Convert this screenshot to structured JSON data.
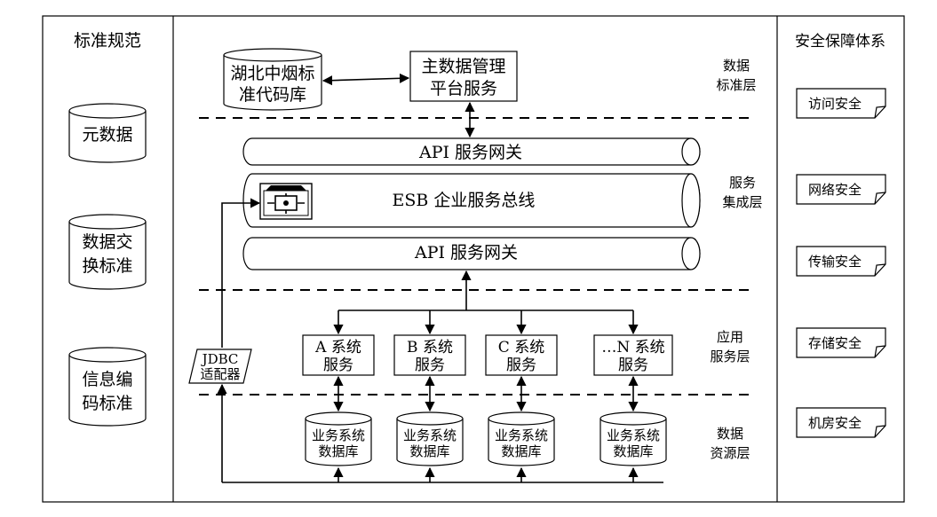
{
  "left_panel": {
    "title": "标准规范",
    "items": [
      [
        "元数据"
      ],
      [
        "数据交",
        "换标准"
      ],
      [
        "信息编",
        "码标准"
      ]
    ]
  },
  "right_panel": {
    "title": "安全保障体系",
    "items": [
      "访问安全",
      "网络安全",
      "传输安全",
      "存储安全",
      "机房安全"
    ]
  },
  "layers": [
    [
      "数据",
      "标准层"
    ],
    [
      "服务",
      "集成层"
    ],
    [
      "应用",
      "服务层"
    ],
    [
      "数据",
      "资源层"
    ]
  ],
  "standard_db": [
    "湖北中烟标",
    "准代码库"
  ],
  "mdm_service": [
    "主数据管理",
    "平台服务"
  ],
  "api_gateway_top": "API 服务网关",
  "esb": "ESB 企业服务总线",
  "api_gateway_bottom": "API 服务网关",
  "jdbc": [
    "JDBC",
    "适配器"
  ],
  "services": [
    [
      "A 系统",
      "服务"
    ],
    [
      "B 系统",
      "服务"
    ],
    [
      "C 系统",
      "服务"
    ],
    [
      "…N 系统",
      "服务"
    ]
  ],
  "databases": [
    [
      "业务系统",
      "数据库"
    ],
    [
      "业务系统",
      "数据库"
    ],
    [
      "业务系统",
      "数据库"
    ],
    [
      "业务系统",
      "数据库"
    ]
  ]
}
